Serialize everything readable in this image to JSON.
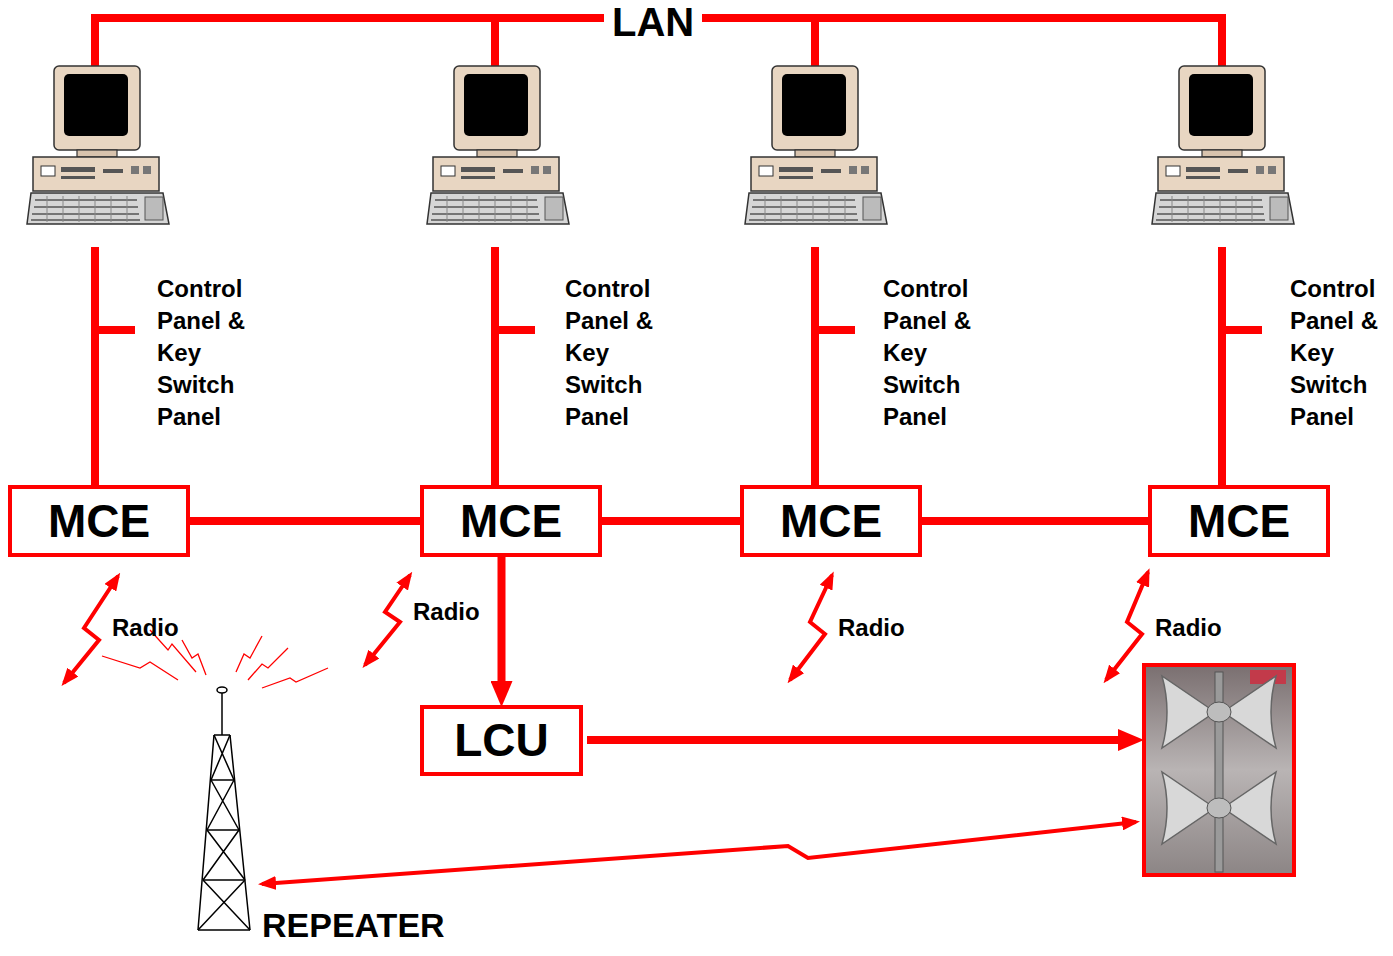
{
  "diagram": {
    "nodes": [
      {
        "text": [
          "MCE"
        ]
      },
      {
        "text": [
          "MCE"
        ]
      },
      {
        "text": [
          "MCE"
        ]
      },
      {
        "text": [
          "MCE"
        ]
      },
      {
        "text": [
          "LCU"
        ]
      }
    ],
    "edges": [
      {
        "from": 0,
        "to": 1,
        "arrow": "none"
      },
      {
        "from": 1,
        "to": 2,
        "arrow": "none"
      },
      {
        "from": 2,
        "to": 3,
        "arrow": "none"
      },
      {
        "from": 1,
        "to": 4,
        "arrow": "to"
      }
    ],
    "labels": [
      "LAN",
      "Control Panel & Key Switch Panel",
      "Control Panel & Key Switch Panel",
      "Control Panel & Key Switch Panel",
      "Control Panel & Key Switch Panel",
      "Radio",
      "Radio",
      "Radio",
      "Radio",
      "REPEATER"
    ]
  }
}
